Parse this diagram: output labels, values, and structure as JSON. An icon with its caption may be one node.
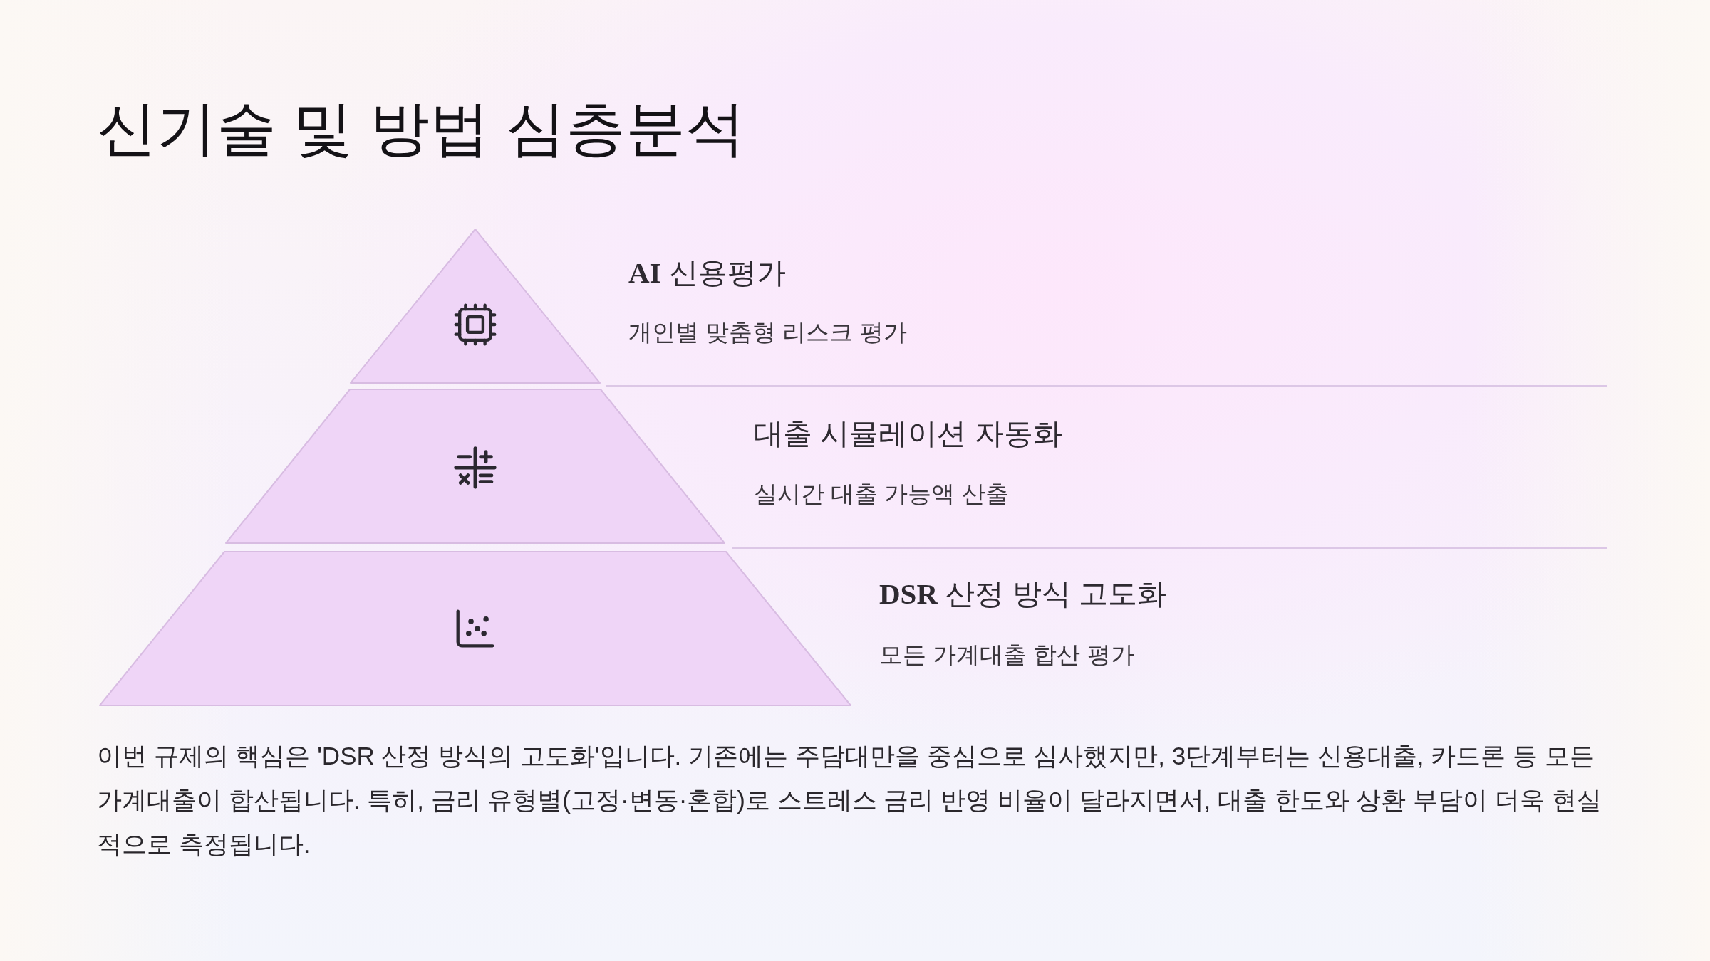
{
  "diagram": {
    "title": "신기술 및 방법 심층분석",
    "nodes": [
      {
        "text": [
          "**AI** 신용평가",
          "개인별 맞춤형 리스크 평가"
        ]
      },
      {
        "text": [
          "대출 시뮬레이션 자동화",
          "실시간 대출 가능액 산출"
        ]
      },
      {
        "text": [
          "**DSR** 산정 방식 고도화",
          "모든 가계대출 합산 평가"
        ]
      }
    ],
    "labels": [
      "이번 규제의 핵심은 'DSR 산정 방식의 고도화'입니다. 기존에는 주담대만을 중심으로 심사했지만, 3단계부터는 신용대출, 카드론 등 모든 가계대출이 합산됩니다. 특히, 금리 유형별(고정·변동·혼합)로 스트레스 금리 반영 비율이 달라지면서, 대출 한도와 상환 부담이 더욱 현실적으로 측정됩니다."
    ]
  }
}
